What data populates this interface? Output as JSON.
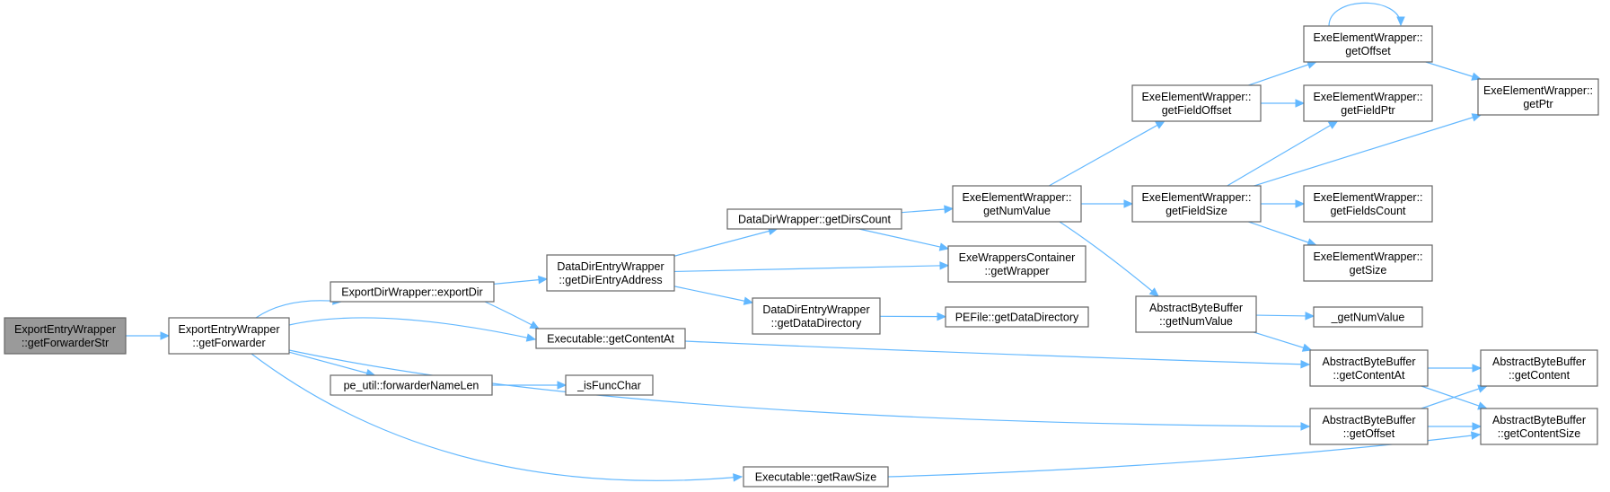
{
  "graph": {
    "colors": {
      "edge": "#63b8ff",
      "node_border": "#666666",
      "node_fill": "#ffffff",
      "root_fill": "#9a9a9a"
    },
    "nodes": [
      {
        "id": "getForwarderStr",
        "lines": [
          "ExportEntryWrapper",
          "::getForwarderStr"
        ],
        "root": true
      },
      {
        "id": "getForwarder",
        "lines": [
          "ExportEntryWrapper",
          "::getForwarder"
        ]
      },
      {
        "id": "exportDir",
        "lines": [
          "ExportDirWrapper::exportDir"
        ]
      },
      {
        "id": "exeGetContentAt",
        "lines": [
          "Executable::getContentAt"
        ]
      },
      {
        "id": "forwarderNameLen",
        "lines": [
          "pe_util::forwarderNameLen"
        ]
      },
      {
        "id": "isFuncChar",
        "lines": [
          "_isFuncChar"
        ]
      },
      {
        "id": "getRawSize",
        "lines": [
          "Executable::getRawSize"
        ]
      },
      {
        "id": "getDirEntryAddress",
        "lines": [
          "DataDirEntryWrapper",
          "::getDirEntryAddress"
        ]
      },
      {
        "id": "getDirsCount",
        "lines": [
          "DataDirWrapper::getDirsCount"
        ]
      },
      {
        "id": "getDataDirectoryWrapper",
        "lines": [
          "DataDirEntryWrapper",
          "::getDataDirectory"
        ]
      },
      {
        "id": "peGetDataDirectory",
        "lines": [
          "PEFile::getDataDirectory"
        ]
      },
      {
        "id": "exeGetNumValue",
        "lines": [
          "ExeElementWrapper::",
          "getNumValue"
        ]
      },
      {
        "id": "getWrapper",
        "lines": [
          "ExeWrappersContainer",
          "::getWrapper"
        ]
      },
      {
        "id": "getFieldOffset",
        "lines": [
          "ExeElementWrapper::",
          "getFieldOffset"
        ]
      },
      {
        "id": "getFieldSize",
        "lines": [
          "ExeElementWrapper::",
          "getFieldSize"
        ]
      },
      {
        "id": "abbGetNumValue",
        "lines": [
          "AbstractByteBuffer",
          "::getNumValue"
        ]
      },
      {
        "id": "exeGetOffset",
        "lines": [
          "ExeElementWrapper::",
          "getOffset"
        ]
      },
      {
        "id": "getFieldPtr",
        "lines": [
          "ExeElementWrapper::",
          "getFieldPtr"
        ]
      },
      {
        "id": "getFieldsCount",
        "lines": [
          "ExeElementWrapper::",
          "getFieldsCount"
        ]
      },
      {
        "id": "exeGetSize",
        "lines": [
          "ExeElementWrapper::",
          "getSize"
        ]
      },
      {
        "id": "getNumValueRaw",
        "lines": [
          "_getNumValue"
        ]
      },
      {
        "id": "abbGetContentAt",
        "lines": [
          "AbstractByteBuffer",
          "::getContentAt"
        ]
      },
      {
        "id": "abbGetOffset",
        "lines": [
          "AbstractByteBuffer",
          "::getOffset"
        ]
      },
      {
        "id": "getPtr",
        "lines": [
          "ExeElementWrapper::",
          "getPtr"
        ]
      },
      {
        "id": "abbGetContent",
        "lines": [
          "AbstractByteBuffer",
          "::getContent"
        ]
      },
      {
        "id": "abbGetContentSize",
        "lines": [
          "AbstractByteBuffer",
          "::getContentSize"
        ]
      }
    ],
    "edges": [
      {
        "from": "getForwarderStr",
        "to": "getForwarder"
      },
      {
        "from": "getForwarder",
        "to": "exportDir"
      },
      {
        "from": "getForwarder",
        "to": "exeGetContentAt"
      },
      {
        "from": "getForwarder",
        "to": "forwarderNameLen"
      },
      {
        "from": "getForwarder",
        "to": "abbGetOffset"
      },
      {
        "from": "getForwarder",
        "to": "getRawSize"
      },
      {
        "from": "exportDir",
        "to": "getDirEntryAddress"
      },
      {
        "from": "exportDir",
        "to": "exeGetContentAt"
      },
      {
        "from": "forwarderNameLen",
        "to": "isFuncChar"
      },
      {
        "from": "exeGetContentAt",
        "to": "abbGetContentAt"
      },
      {
        "from": "getRawSize",
        "to": "abbGetContentSize"
      },
      {
        "from": "getDirEntryAddress",
        "to": "getDirsCount"
      },
      {
        "from": "getDirEntryAddress",
        "to": "getWrapper"
      },
      {
        "from": "getDirEntryAddress",
        "to": "getDataDirectoryWrapper"
      },
      {
        "from": "getDirsCount",
        "to": "exeGetNumValue"
      },
      {
        "from": "getDirsCount",
        "to": "getWrapper"
      },
      {
        "from": "getDataDirectoryWrapper",
        "to": "peGetDataDirectory"
      },
      {
        "from": "exeGetNumValue",
        "to": "getFieldOffset"
      },
      {
        "from": "exeGetNumValue",
        "to": "getFieldSize"
      },
      {
        "from": "exeGetNumValue",
        "to": "abbGetNumValue"
      },
      {
        "from": "getFieldOffset",
        "to": "exeGetOffset"
      },
      {
        "from": "getFieldOffset",
        "to": "getFieldPtr"
      },
      {
        "from": "getFieldSize",
        "to": "getFieldPtr"
      },
      {
        "from": "getFieldSize",
        "to": "getPtr"
      },
      {
        "from": "getFieldSize",
        "to": "getFieldsCount"
      },
      {
        "from": "getFieldSize",
        "to": "exeGetSize"
      },
      {
        "from": "exeGetOffset",
        "to": "exeGetOffset"
      },
      {
        "from": "exeGetOffset",
        "to": "getPtr"
      },
      {
        "from": "abbGetNumValue",
        "to": "getNumValueRaw"
      },
      {
        "from": "abbGetNumValue",
        "to": "abbGetContentAt"
      },
      {
        "from": "abbGetContentAt",
        "to": "abbGetContent"
      },
      {
        "from": "abbGetContentAt",
        "to": "abbGetContentSize"
      },
      {
        "from": "abbGetOffset",
        "to": "abbGetContent"
      },
      {
        "from": "abbGetOffset",
        "to": "abbGetContentSize"
      }
    ]
  }
}
